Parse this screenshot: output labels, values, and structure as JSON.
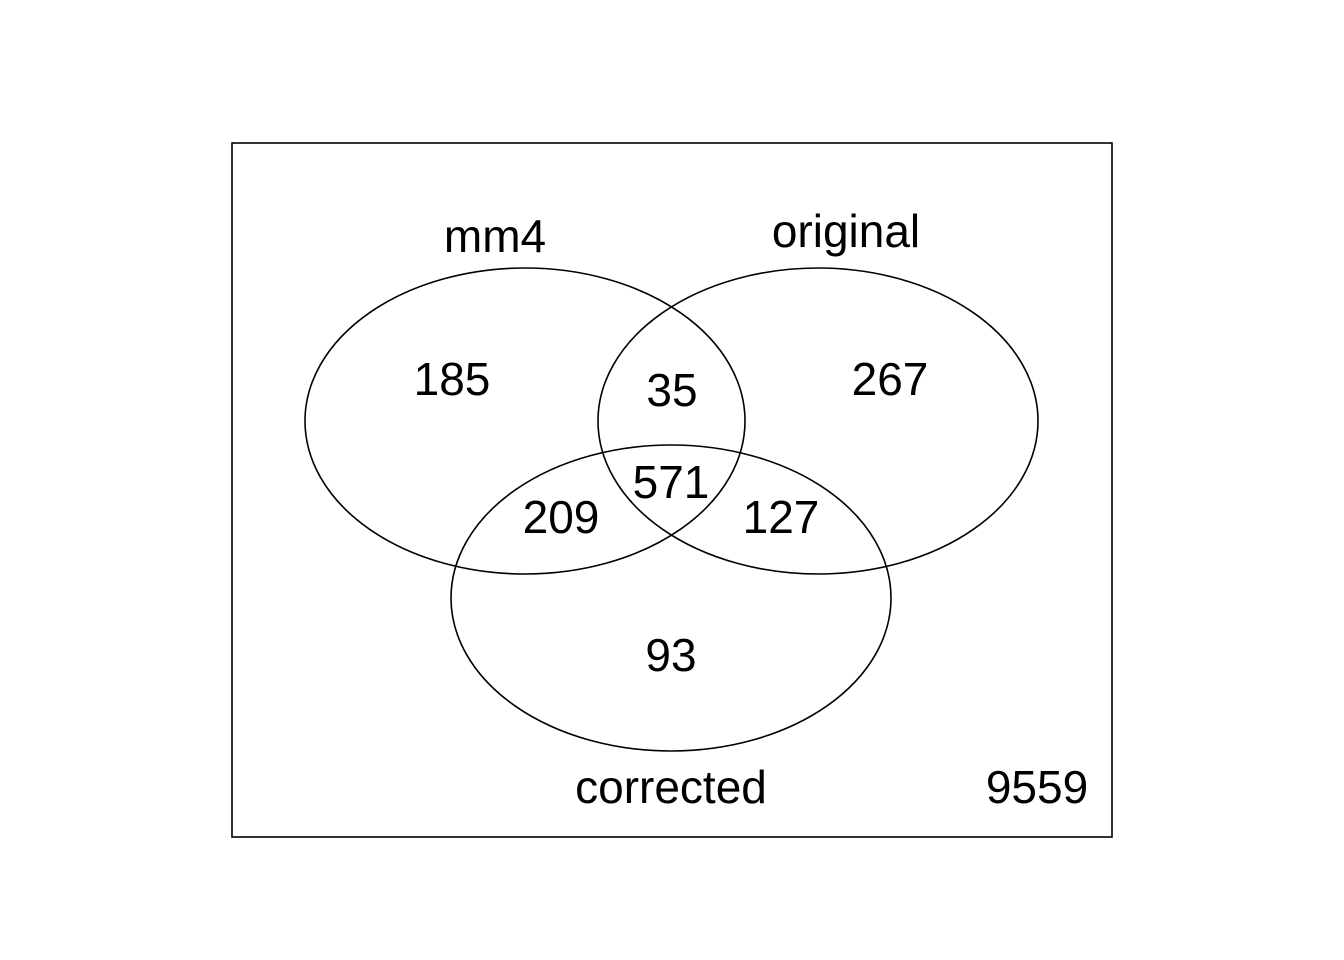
{
  "venn": {
    "sets": {
      "a": "mm4",
      "b": "original",
      "c": "corrected"
    },
    "counts": {
      "a_only": "185",
      "b_only": "267",
      "c_only": "93",
      "ab_only": "35",
      "ac_only": "209",
      "bc_only": "127",
      "abc": "571",
      "none": "9559"
    },
    "stroke_color": "#000000",
    "background_color": "#ffffff"
  }
}
